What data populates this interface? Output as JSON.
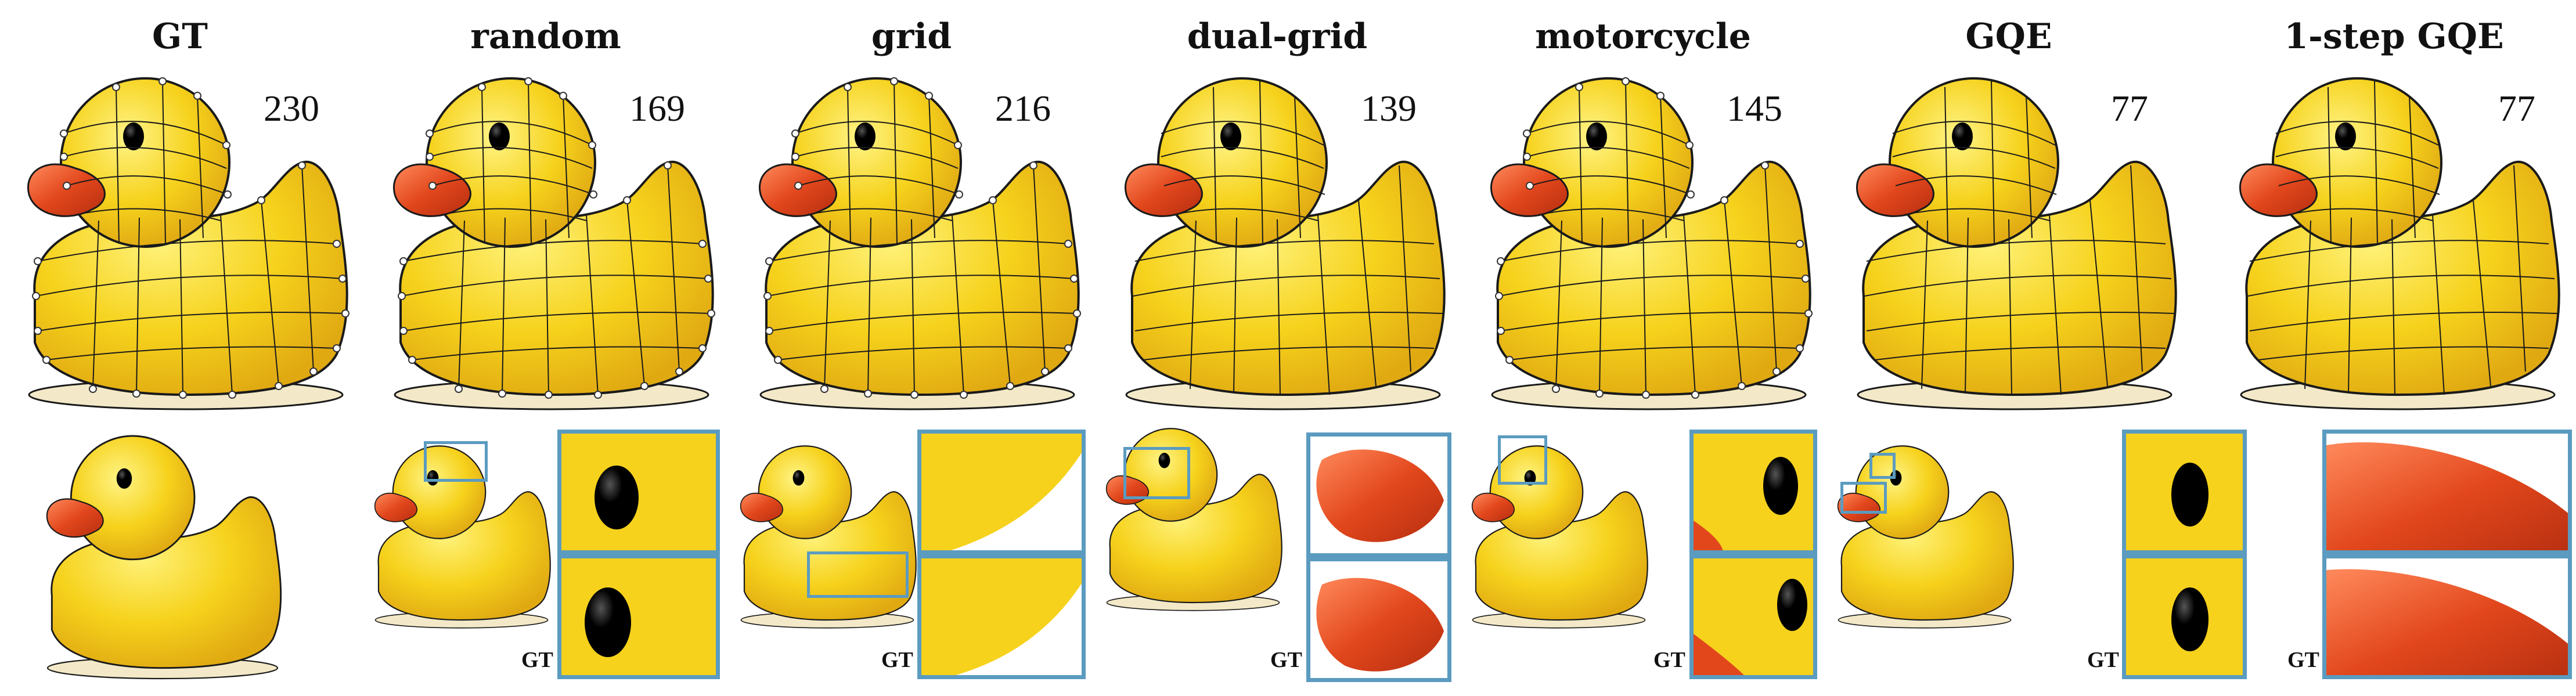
{
  "columns": [
    {
      "title": "GT",
      "count": "230"
    },
    {
      "title": "random",
      "count": "169"
    },
    {
      "title": "grid",
      "count": "216"
    },
    {
      "title": "dual-grid",
      "count": "139"
    },
    {
      "title": "motorcycle",
      "count": "145"
    },
    {
      "title": "GQE",
      "count": "77"
    },
    {
      "title": "1-step GQE",
      "count": "77"
    }
  ],
  "zoom_label": "GT",
  "colors": {
    "frame": "#5b9bc0",
    "duck": "#f6d21c",
    "beak": "#e2471c",
    "outline": "#1a1a1a"
  }
}
